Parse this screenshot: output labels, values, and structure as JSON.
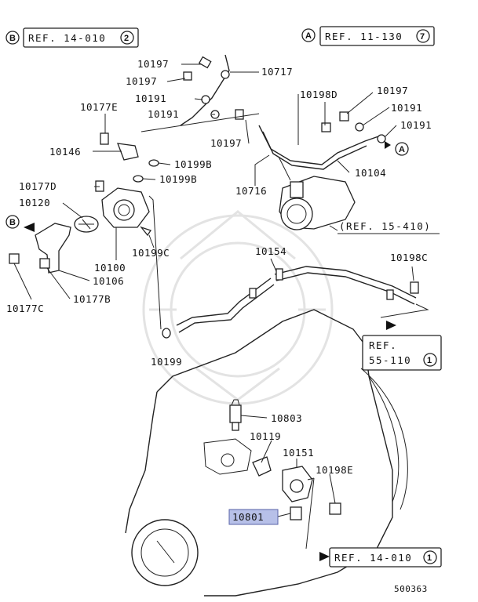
{
  "refs": {
    "ref_b_top": {
      "marker": "B",
      "text": "REF. 14-010",
      "num": "2"
    },
    "ref_a_top": {
      "marker": "A",
      "text": "REF. 11-130",
      "num": "7"
    },
    "ref_15_410": "(REF. 15-410)",
    "ref_55_110_line1": "REF.",
    "ref_55_110_line2": "55-110",
    "ref_55_110_num": "1",
    "ref_14_010_bottom": {
      "text": "REF. 14-010",
      "num": "1"
    }
  },
  "markers": {
    "a": "A",
    "b": "B"
  },
  "part_labels": {
    "p10197_a": "10197",
    "p10197_b": "10197",
    "p10191_a": "10191",
    "p10191_b": "10191",
    "p10717": "10717",
    "p10177e": "10177E",
    "p10146": "10146",
    "p10199b_a": "10199B",
    "p10199b_b": "10199B",
    "p10177d": "10177D",
    "p10120": "10120",
    "p10100": "10100",
    "p10199c": "10199C",
    "p10106": "10106",
    "p10177b": "10177B",
    "p10177c": "10177C",
    "p10197_c": "10197",
    "p10716": "10716",
    "p10198d": "10198D",
    "p10197_d": "10197",
    "p10191_c": "10191",
    "p10191_d": "10191",
    "p10104": "10104",
    "p10154": "10154",
    "p10198c": "10198C",
    "p10199": "10199",
    "p10803": "10803",
    "p10119": "10119",
    "p10151": "10151",
    "p10198e": "10198E",
    "p10801": "10801"
  },
  "highlight_color": "#b7c0e8",
  "diagram_number": "500363"
}
